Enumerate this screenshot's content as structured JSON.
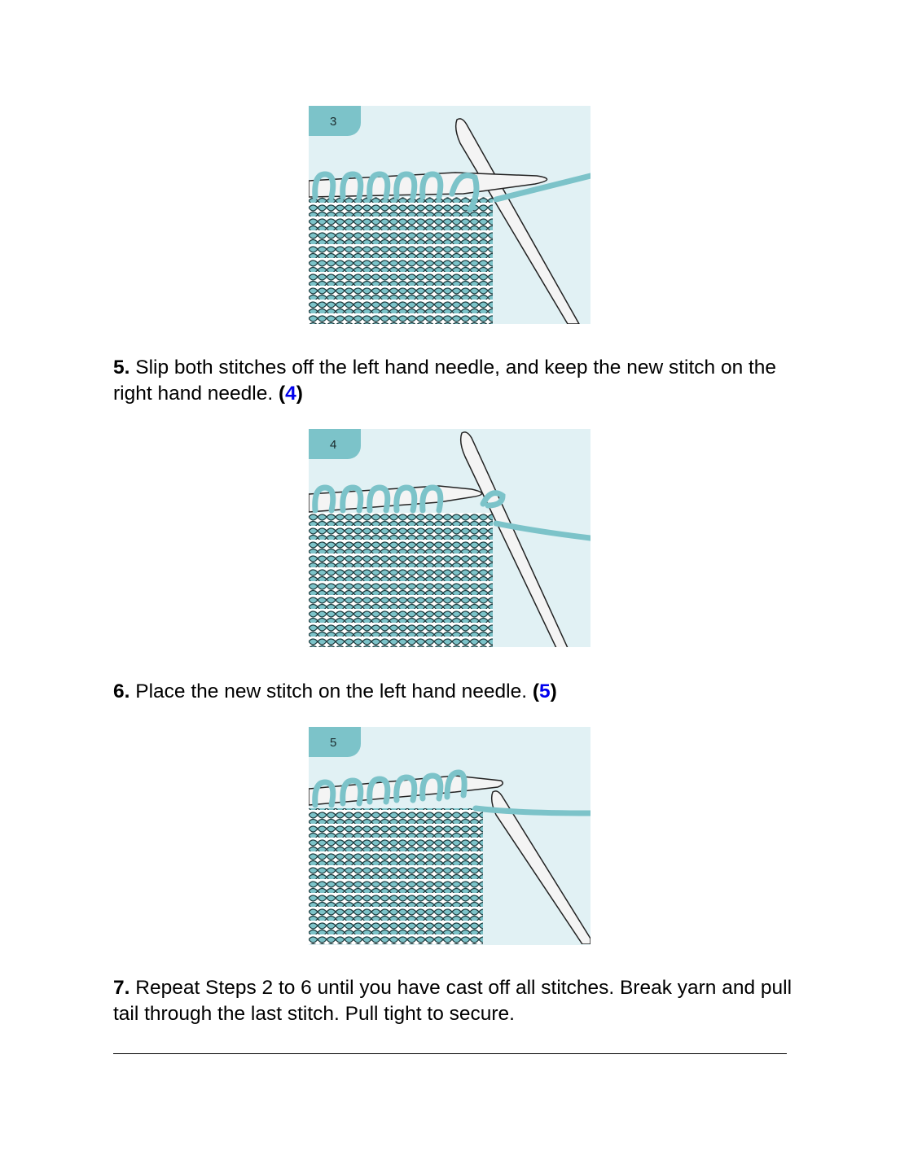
{
  "figures": [
    {
      "label": "3"
    },
    {
      "label": "4"
    },
    {
      "label": "5"
    }
  ],
  "steps": [
    {
      "number": "5.",
      "text": " Slip both stitches off the left hand needle, and keep the new stitch on the right hand needle. ",
      "ref_open": "(",
      "ref": "4",
      "ref_close": ")"
    },
    {
      "number": "6.",
      "text": " Place the new stitch on the left hand needle. ",
      "ref_open": "(",
      "ref": "5",
      "ref_close": ")"
    },
    {
      "number": "7.",
      "text": " Repeat Steps 2 to 6 until you have cast off all stitches. Break yarn and pull tail through the last stitch. Pull tight to secure."
    }
  ],
  "colors": {
    "yarn": "#7cc3c9",
    "background": "#e1f1f4",
    "link": "#0000ee"
  }
}
